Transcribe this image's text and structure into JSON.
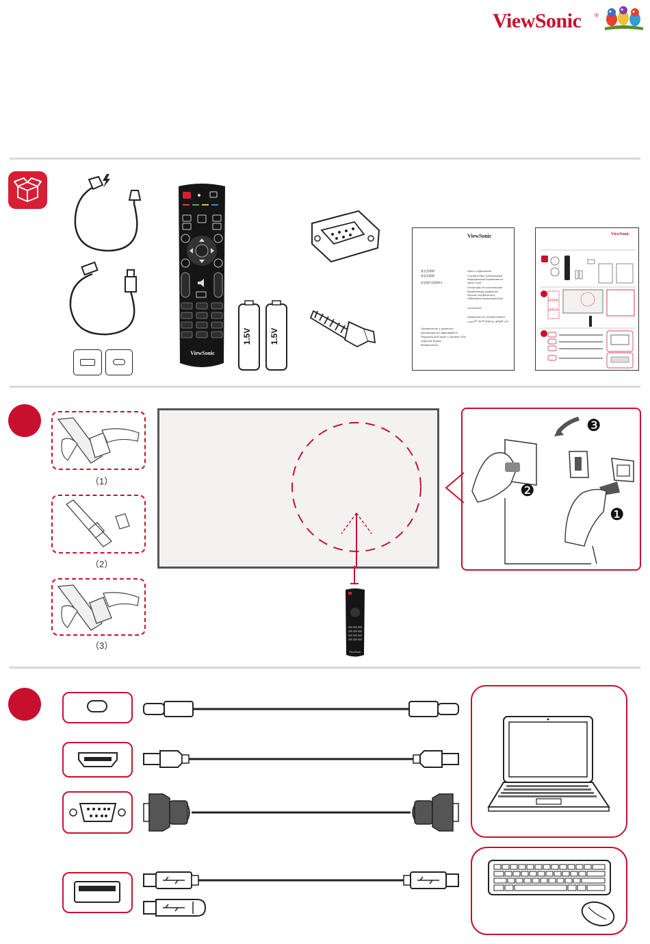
{
  "header": {
    "brand": "ViewSonic",
    "registered": "®"
  },
  "package": {
    "batteries": [
      "1.5V",
      "1.5V"
    ],
    "remote_brand": "ViewSonic",
    "guide_logo": "ViewSonic",
    "guide_left_lines": [
      "安全及保修",
      "安全及保修",
      "安全指引及保修卡"
    ],
    "guide_right_lines": [
      "Izjavi o reglezanosti",
      "Соответствие требованиям",
      "Федеральный нормативе по",
      "закон США",
      "Declaração de conformidade",
      "Megfelelőségi nyilatkozat",
      "Δήλωση συμβατότητας",
      "Säädöstenmukaisuusilmoitus",
      "conformiteit",
      "Заявление за съответствието",
      "بيان التوافق مع لوائح الاتحاد الأوروبي"
    ],
    "guide_bottom_lines": [
      "Oświadczenie o zgodności",
      "Декларація про відповідність",
      "Федеральный закон о сигнале CEA",
      "Uygunluk Beyanı",
      "Bestämmelser"
    ],
    "qsg_logo": "ViewSonic"
  },
  "step1": {
    "labels": [
      "（1）",
      "（2）",
      "（3）"
    ],
    "numbers": [
      "❸",
      "❷",
      "❶"
    ],
    "remote_brand": "ViewSonic"
  },
  "colors": {
    "accent": "#c8102e",
    "divider": "#d8d8d8"
  },
  "icons": [
    "box-icon",
    "power-cable-icon",
    "hdmi-cable-icon",
    "usb-c-port-icon",
    "micro-usb-port-icon",
    "remote-icon",
    "battery-icon",
    "rs232-adapter-icon",
    "screw-icon",
    "laptop-icon",
    "keyboard-icon",
    "mouse-icon",
    "usb-drive-icon"
  ]
}
